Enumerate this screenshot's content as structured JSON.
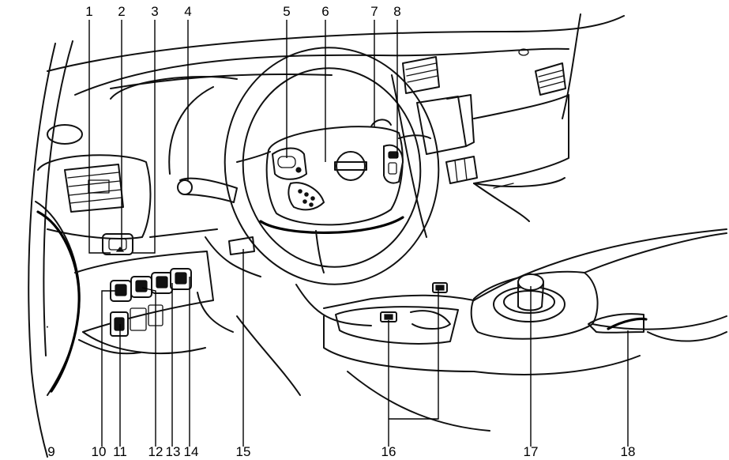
{
  "callouts": {
    "c1": "1",
    "c2": "2",
    "c3": "3",
    "c4": "4",
    "c5": "5",
    "c6": "6",
    "c7": "7",
    "c8": "8",
    "c9": "9",
    "c10": "10",
    "c11": "11",
    "c12": "12",
    "c13": "13",
    "c14": "14",
    "c15": "15",
    "c16": "16",
    "c17": "17",
    "c18": "18"
  },
  "colors": {
    "ink": "#111111",
    "background": "#ffffff"
  },
  "icons": {
    "steering_emblem": "brand-emblem-icon"
  }
}
